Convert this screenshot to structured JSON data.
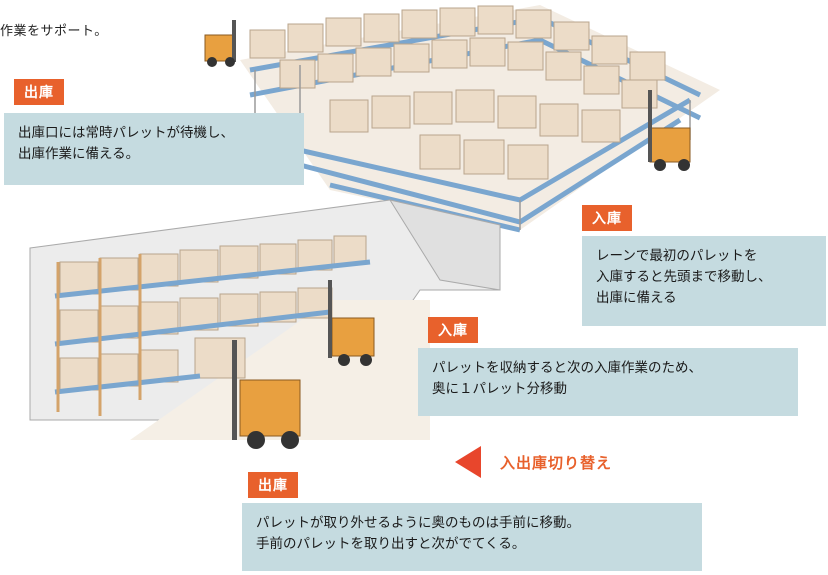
{
  "intro_text": "作業をサポート。",
  "top_left": {
    "tag": "出庫",
    "note": [
      "出庫口には常時パレットが待機し、",
      "出庫作業に備える。"
    ]
  },
  "top_right": {
    "tag": "入庫",
    "note": [
      "レーンで最初のパレットを",
      "入庫すると先頭まで移動し、",
      "出庫に備える"
    ]
  },
  "middle_right": {
    "tag": "入庫",
    "note": [
      "パレットを収納すると次の入庫作業のため、",
      "奥に１パレット分移動"
    ]
  },
  "switch": {
    "label": "入出庫切り替え",
    "arrow_color": "#e8462c"
  },
  "bottom": {
    "tag": "出庫",
    "note": [
      "パレットが取り外せるように奥のものは手前に移動。",
      "手前のパレットを取り出すと次がでてくる。"
    ]
  },
  "colors": {
    "accent": "#e8612c",
    "note_bg": "#c5dbe0",
    "box": "#ecdcc8",
    "rack_blue": "#7aa6cf"
  }
}
